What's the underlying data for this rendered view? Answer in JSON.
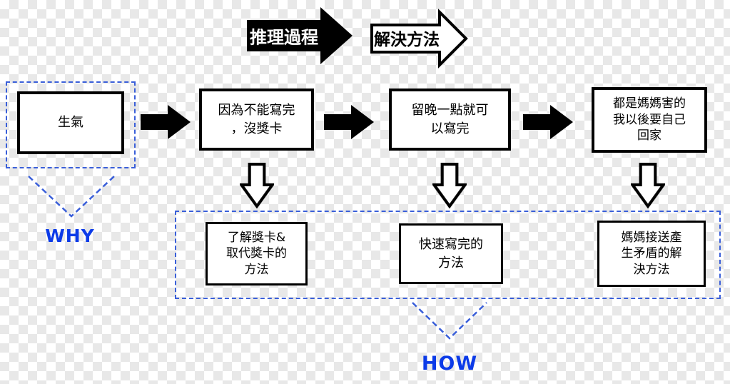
{
  "banners": {
    "reasoning": "推理過程",
    "solution": "解決方法"
  },
  "start_box": {
    "label": "生氣"
  },
  "why_label": "WHY",
  "how_label": "HOW",
  "flow_boxes": [
    {
      "lines": [
        "因為不能寫完",
        "，沒獎卡"
      ]
    },
    {
      "lines": [
        "留晚一點就可",
        "以寫完"
      ]
    },
    {
      "lines": [
        "都是媽媽害的",
        "我以後要自己",
        "回家"
      ]
    }
  ],
  "method_boxes": [
    {
      "lines": [
        "了解獎卡&",
        "取代獎卡的",
        "方法"
      ]
    },
    {
      "lines": [
        "快速寫完的",
        "方法"
      ]
    },
    {
      "lines": [
        "媽媽接送產",
        "生矛盾的解",
        "決方法"
      ]
    }
  ],
  "colors": {
    "accent_blue_dash": "#3a5fd9",
    "accent_blue_text": "#0c3be8",
    "black": "#000000",
    "box_fill": "#ffffff"
  }
}
